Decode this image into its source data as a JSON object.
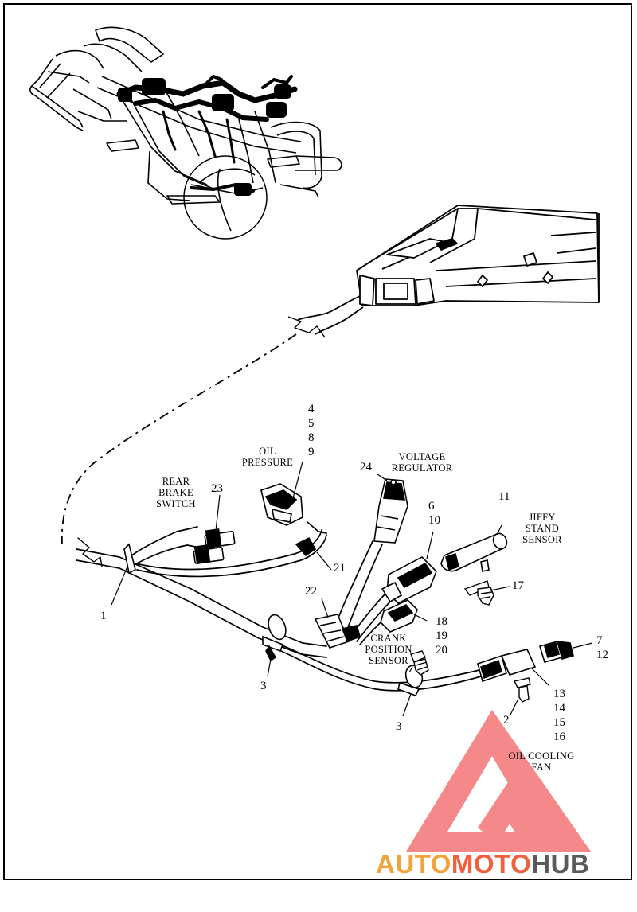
{
  "captions": {
    "oil_pressure": [
      "OIL",
      "PRESSURE"
    ],
    "rear_brake_switch": [
      "REAR",
      "BRAKE",
      "SWITCH"
    ],
    "voltage_regulator": [
      "VOLTAGE",
      "REGULATOR"
    ],
    "jiffy_stand_sensor": [
      "JIFFY",
      "STAND",
      "SENSOR"
    ],
    "crank_position_sensor": [
      "CRANK",
      "POSITION",
      "SENSOR"
    ],
    "oil_cooling_fan": [
      "OIL COOLING",
      "FAN"
    ]
  },
  "callouts": {
    "c1": "1",
    "c2": "2",
    "c3a": "3",
    "c3b": "3",
    "stack_4_5_8_9": [
      "4",
      "5",
      "8",
      "9"
    ],
    "stack_6_10": [
      "6",
      "10"
    ],
    "stack_7_12": [
      "7",
      "12"
    ],
    "c11": "11",
    "stack_13_16": [
      "13",
      "14",
      "15",
      "16"
    ],
    "c17": "17",
    "stack_18_20": [
      "18",
      "19",
      "20"
    ],
    "c21": "21",
    "c22": "22",
    "c23": "23",
    "c24": "24"
  },
  "watermark": {
    "part1": "AUTO",
    "part2": "MOTO",
    "part3": "HUB",
    "color_auto": "#f2a33a",
    "color_moto": "#f0603c",
    "color_hub": "#5a5a5a",
    "triangle_color": "#ee2a2a"
  }
}
